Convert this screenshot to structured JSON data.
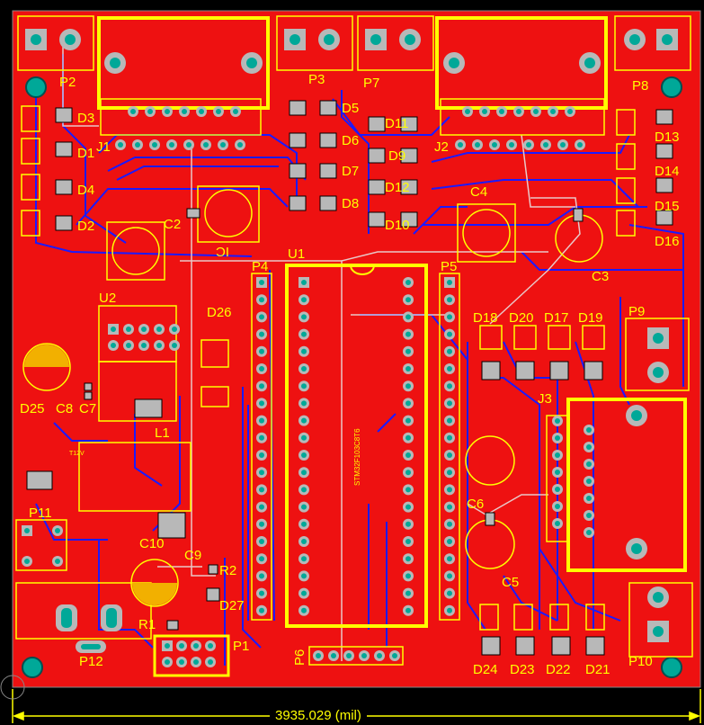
{
  "board": {
    "copper_color": "#ee1111",
    "silk_color": "#ffff00",
    "bottom_trace_color": "#1a1aff",
    "pad_color": "#b8b8b8",
    "hole_color": "#00b0a0",
    "mcu_text": "STM32F103C8T6",
    "voltage_text": "T12V",
    "dimension_text": "3935.029 (mil)"
  },
  "labels": {
    "P2": "P2",
    "D3": "D3",
    "D1": "D1",
    "D4": "D4",
    "D2": "D2",
    "J1": "J1",
    "C2": "C2",
    "IC": "IC",
    "P3": "P3",
    "P7": "P7",
    "D5": "D5",
    "D6": "D6",
    "D7": "D7",
    "D8": "D8",
    "D11": "D11",
    "D9": "D9",
    "D12": "D12",
    "D10": "D10",
    "J2": "J2",
    "C4": "C4",
    "C3": "C3",
    "P8": "P8",
    "D13": "D13",
    "D14": "D14",
    "D15": "D15",
    "D16": "D16",
    "U2": "U2",
    "U1": "U1",
    "P4": "P4",
    "P5": "P5",
    "D26": "D26",
    "D25": "D25",
    "C8": "C8",
    "C7": "C7",
    "L1": "L1",
    "D18": "D18",
    "D20": "D20",
    "D17": "D17",
    "D19": "D19",
    "P9": "P9",
    "J3": "J3",
    "C6": "C6",
    "C5": "C5",
    "P11": "P11",
    "C10": "C10",
    "C9": "C9",
    "R2": "R2",
    "D27": "D27",
    "R1": "R1",
    "P1": "P1",
    "P12": "P12",
    "P6": "P6",
    "D24": "D24",
    "D23": "D23",
    "D22": "D22",
    "D21": "D21",
    "P10": "P10"
  }
}
